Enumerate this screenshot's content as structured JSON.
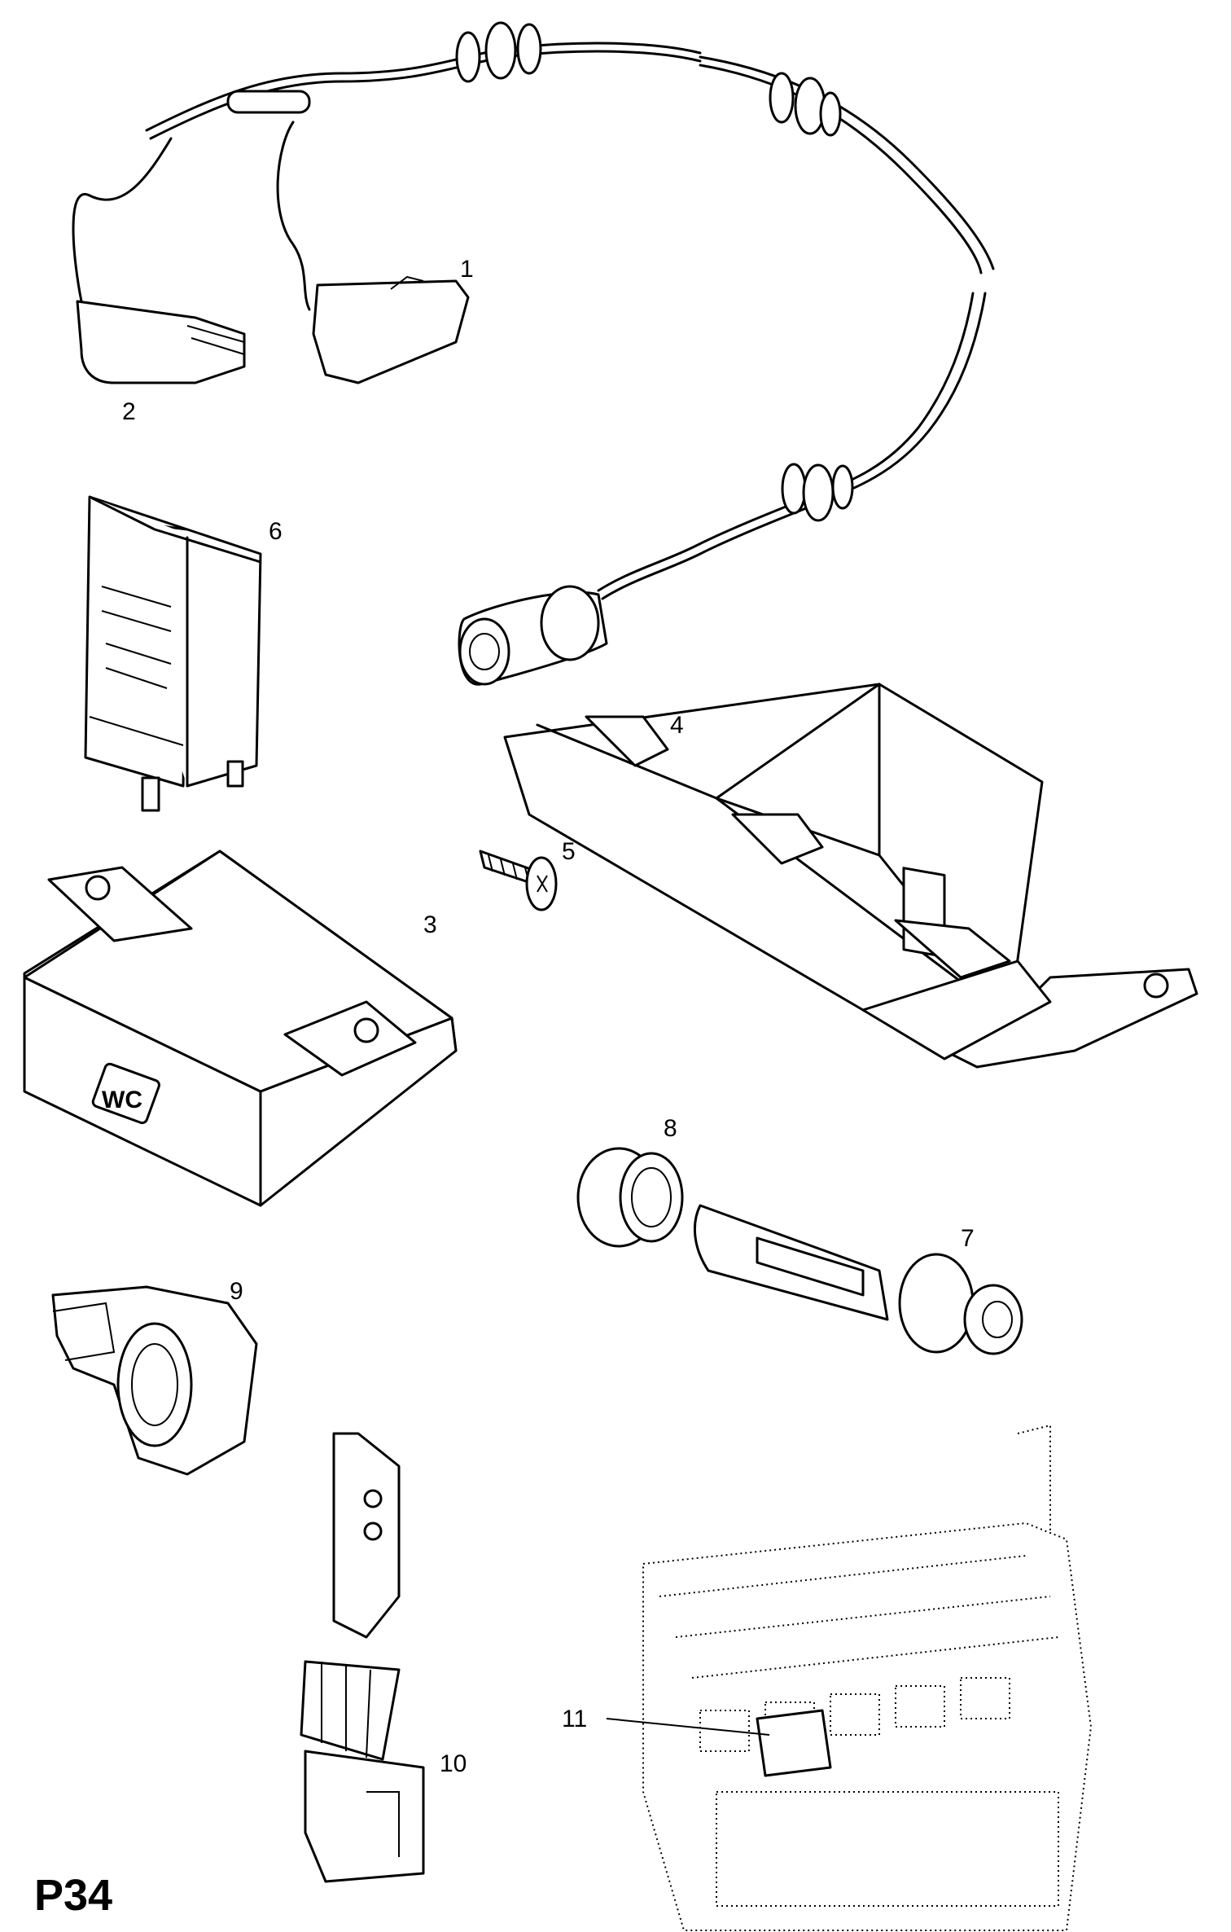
{
  "page_code": "P34",
  "callouts": {
    "c1": "1",
    "c2": "2",
    "c3": "3",
    "c4": "4",
    "c5": "5",
    "c6": "6",
    "c7": "7",
    "c8": "8",
    "c9": "9",
    "c10": "10",
    "c11": "11"
  },
  "module_label": "WC"
}
